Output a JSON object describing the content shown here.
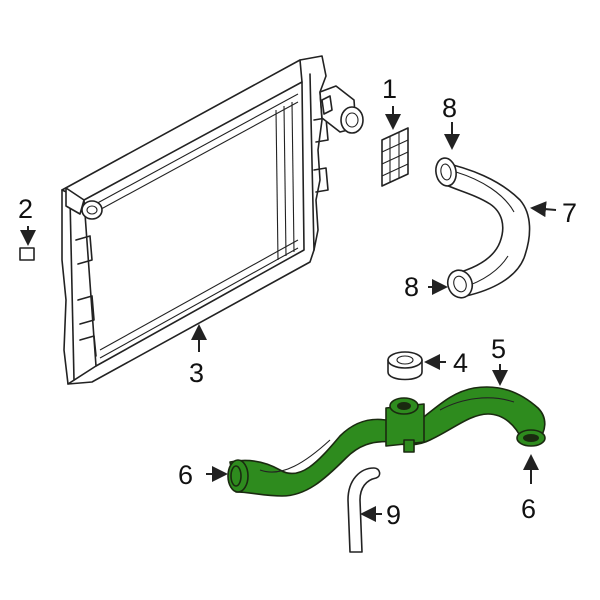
{
  "callouts": {
    "c1": "1",
    "c2": "2",
    "c3": "3",
    "c4": "4",
    "c5": "5",
    "c6a": "6",
    "c6b": "6",
    "c7": "7",
    "c8a": "8",
    "c8b": "8",
    "c9": "9"
  },
  "colors": {
    "highlight_hose": "#2e8b1e",
    "line": "#222222",
    "background": "#ffffff"
  }
}
